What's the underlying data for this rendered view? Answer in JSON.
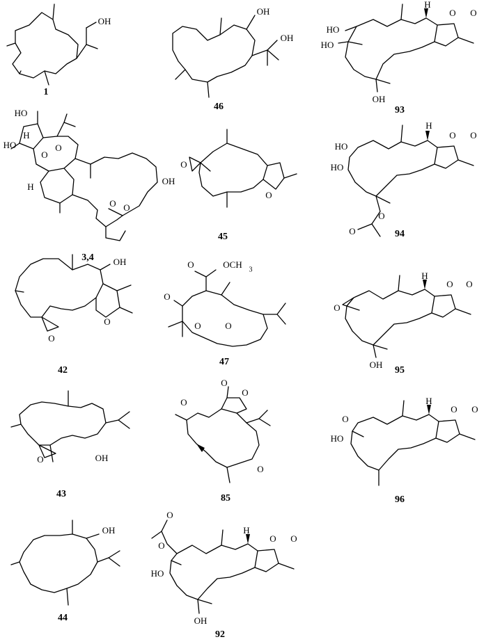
{
  "figure": {
    "compounds": [
      {
        "id": "c1",
        "label": "1",
        "atoms": [
          "OH"
        ]
      },
      {
        "id": "c46",
        "label": "46",
        "atoms": [
          "OH",
          "OH"
        ]
      },
      {
        "id": "c93",
        "label": "93",
        "atoms": [
          "H",
          "O",
          "O",
          "HO",
          "HO",
          "OH"
        ]
      },
      {
        "id": "c34",
        "label": "3,4",
        "atoms": [
          "HO",
          "HO",
          "H",
          "O",
          "O",
          "H",
          "OH",
          "O",
          "O"
        ]
      },
      {
        "id": "c45",
        "label": "45",
        "atoms": [
          "O",
          "O"
        ]
      },
      {
        "id": "c94",
        "label": "94",
        "atoms": [
          "HO",
          "HO",
          "H",
          "O",
          "O",
          "O",
          "O"
        ]
      },
      {
        "id": "c42",
        "label": "42",
        "atoms": [
          "OH",
          "O",
          "O"
        ]
      },
      {
        "id": "c47",
        "label": "47",
        "atoms": [
          "O",
          "OCH",
          "3",
          "O",
          "O",
          "O"
        ]
      },
      {
        "id": "c95",
        "label": "95",
        "atoms": [
          "H",
          "O",
          "O",
          "O",
          "OH"
        ]
      },
      {
        "id": "c43",
        "label": "43",
        "atoms": [
          "O",
          "OH"
        ]
      },
      {
        "id": "c85",
        "label": "85",
        "atoms": [
          "O",
          "O",
          "O",
          "O"
        ]
      },
      {
        "id": "c96",
        "label": "96",
        "atoms": [
          "O",
          "HO",
          "H",
          "O",
          "O"
        ]
      },
      {
        "id": "c44",
        "label": "44",
        "atoms": [
          "OH"
        ]
      },
      {
        "id": "c92",
        "label": "92",
        "atoms": [
          "O",
          "O",
          "HO",
          "H",
          "O",
          "O",
          "OH"
        ]
      }
    ]
  }
}
